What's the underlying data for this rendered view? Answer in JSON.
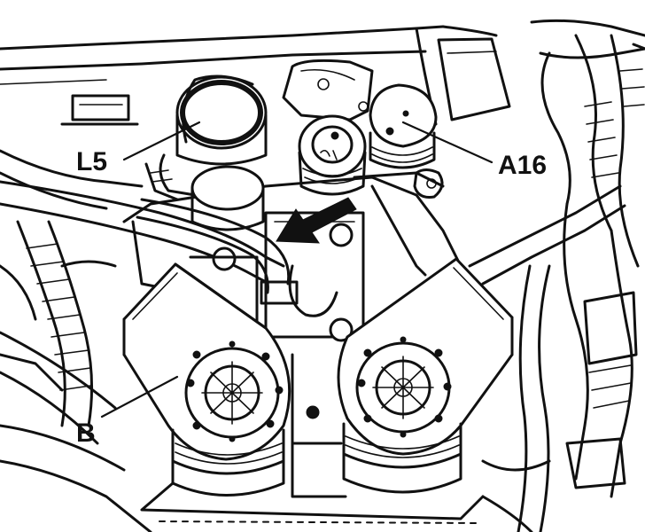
{
  "callouts": {
    "l5": {
      "label": "L5"
    },
    "a16": {
      "label": "A16"
    },
    "b": {
      "label": "B"
    }
  },
  "colors": {
    "ink": "#111111",
    "paper": "#ffffff"
  },
  "icons": {
    "arrow": "arrow-pointer-icon"
  }
}
